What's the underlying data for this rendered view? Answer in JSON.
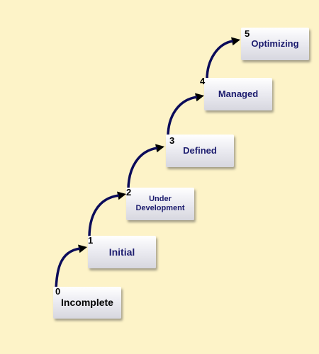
{
  "colors": {
    "background": "#fdf3c8",
    "arrow": "#0b0b5a",
    "arrow_head": "#000000",
    "label_dark": "#000000",
    "label_blue": "#1c1c6e"
  },
  "levels": [
    {
      "number": "0",
      "label": "Incomplete"
    },
    {
      "number": "1",
      "label": "Initial"
    },
    {
      "number": "2",
      "label": "Under Development"
    },
    {
      "number": "3",
      "label": "Defined"
    },
    {
      "number": "4",
      "label": "Managed"
    },
    {
      "number": "5",
      "label": "Optimizing"
    }
  ]
}
